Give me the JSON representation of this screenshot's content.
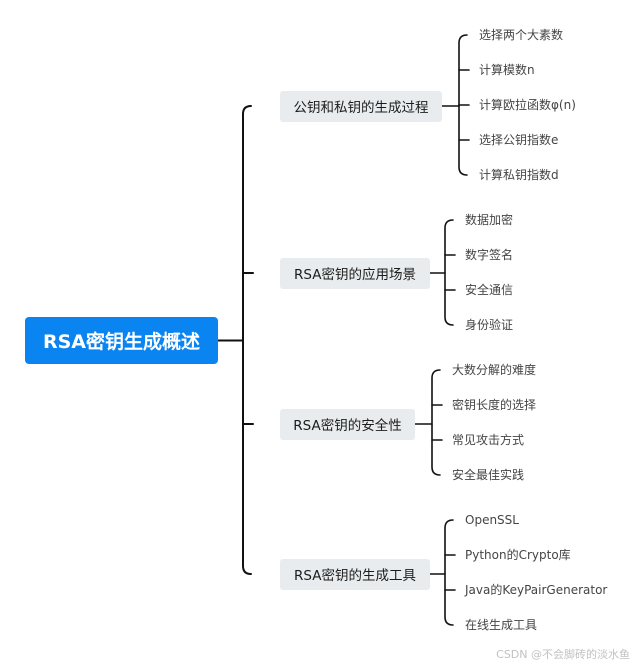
{
  "root": {
    "label": "RSA密钥生成概述"
  },
  "branches": [
    {
      "label": "公钥和私钥的生成过程",
      "children": [
        "选择两个大素数",
        "计算模数n",
        "计算欧拉函数φ(n)",
        "选择公钥指数e",
        "计算私钥指数d"
      ]
    },
    {
      "label": "RSA密钥的应用场景",
      "children": [
        "数据加密",
        "数字签名",
        "安全通信",
        "身份验证"
      ]
    },
    {
      "label": "RSA密钥的安全性",
      "children": [
        "大数分解的难度",
        "密钥长度的选择",
        "常见攻击方式",
        "安全最佳实践"
      ]
    },
    {
      "label": "RSA密钥的生成工具",
      "children": [
        "OpenSSL",
        "Python的Crypto库",
        "Java的KeyPairGenerator",
        "在线生成工具"
      ]
    }
  ],
  "watermark": "CSDN @不会脚砖的淡水鱼"
}
